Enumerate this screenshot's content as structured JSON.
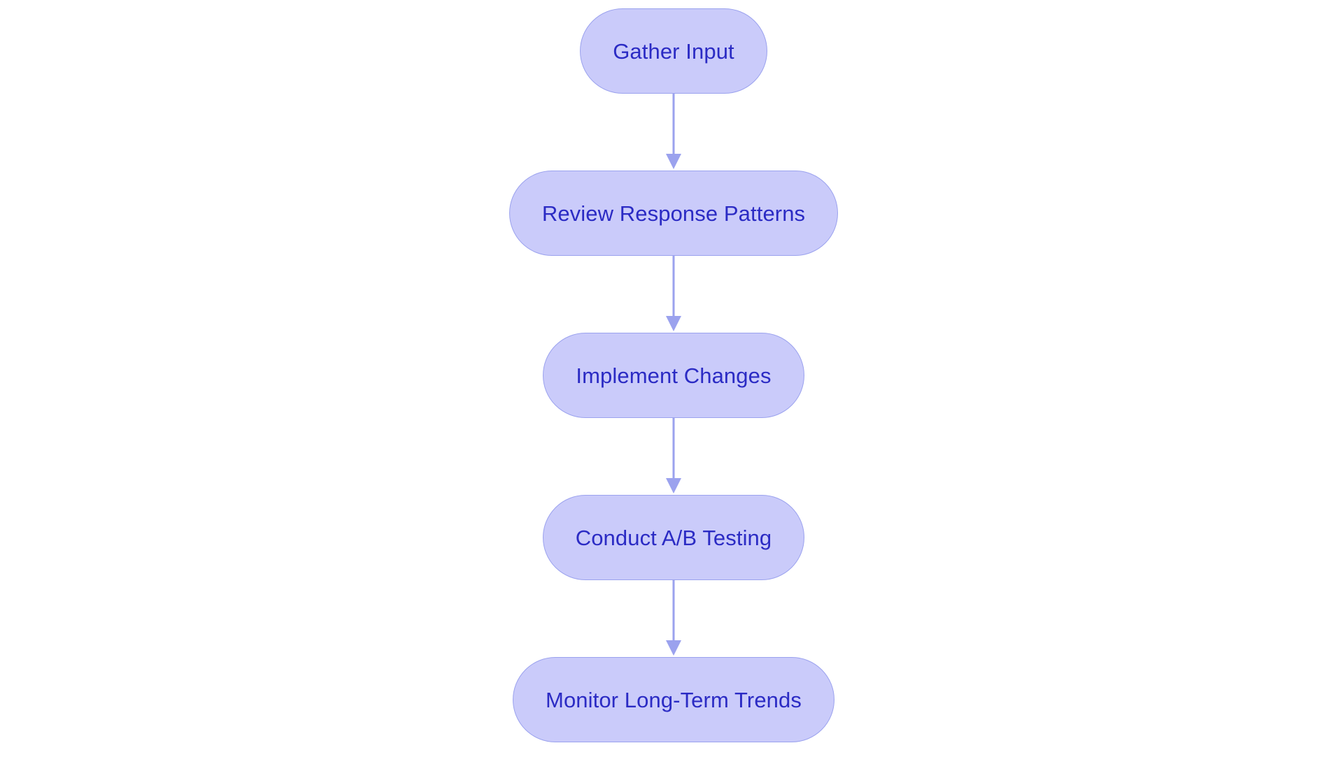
{
  "diagram": {
    "type": "flowchart",
    "orientation": "vertical-top-to-bottom",
    "title": "",
    "colors": {
      "node_fill": "#cacbfa",
      "node_border": "#9ba2ee",
      "node_text": "#2b2bc4",
      "arrow": "#9ba2ee",
      "background": "#ffffff"
    },
    "nodes": [
      {
        "id": "n1",
        "label": "Gather Input",
        "shape": "pill"
      },
      {
        "id": "n2",
        "label": "Review Response Patterns",
        "shape": "pill"
      },
      {
        "id": "n3",
        "label": "Implement Changes",
        "shape": "pill"
      },
      {
        "id": "n4",
        "label": "Conduct A/B Testing",
        "shape": "pill"
      },
      {
        "id": "n5",
        "label": "Monitor Long-Term Trends",
        "shape": "pill"
      }
    ],
    "edges": [
      {
        "from": "n1",
        "to": "n2",
        "label": "",
        "arrow": "down-arrow"
      },
      {
        "from": "n2",
        "to": "n3",
        "label": "",
        "arrow": "down-arrow"
      },
      {
        "from": "n3",
        "to": "n4",
        "label": "",
        "arrow": "down-arrow"
      },
      {
        "from": "n4",
        "to": "n5",
        "label": "",
        "arrow": "down-arrow"
      }
    ]
  }
}
